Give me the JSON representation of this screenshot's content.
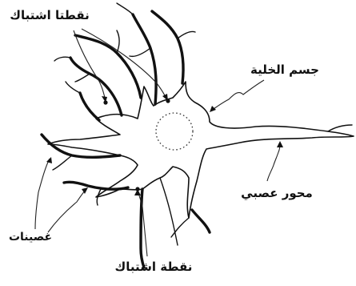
{
  "labels": {
    "synapses_top": "نقطتا اشتباك",
    "cell_body": "جسم الخلية",
    "axon": "محور عصبي",
    "dendrites": "غصينات",
    "synapse_bottom": "نقطة اشتباك"
  }
}
